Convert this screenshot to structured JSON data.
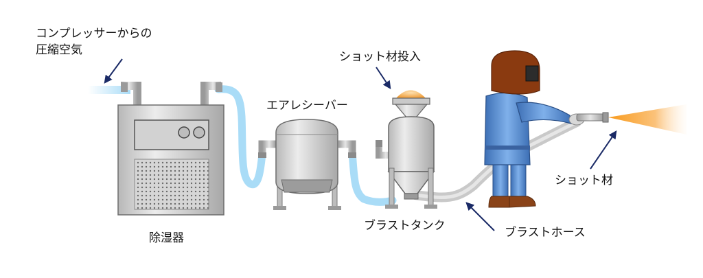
{
  "labels": {
    "compressed_air_line1": "コンプレッサーからの",
    "compressed_air_line2": "圧縮空気",
    "dehumidifier": "除湿器",
    "air_receiver": "エアレシーバー",
    "shot_input": "ショット材投入",
    "blast_tank": "ブラストタンク",
    "blast_hose": "ブラストホース",
    "shot_material": "ショット材"
  },
  "colors": {
    "air_pipe": "#a9dcf7",
    "metal_body": "#cfcfcf",
    "metal_dark": "#8a8a8a",
    "hose": "#d4d4d4",
    "worker_suit": "#5c8fd0",
    "worker_hood": "#8a3a10",
    "shot_spray": "#f8a634",
    "shot_pile": "#f3b05a",
    "arrow": "#1a2a66"
  }
}
